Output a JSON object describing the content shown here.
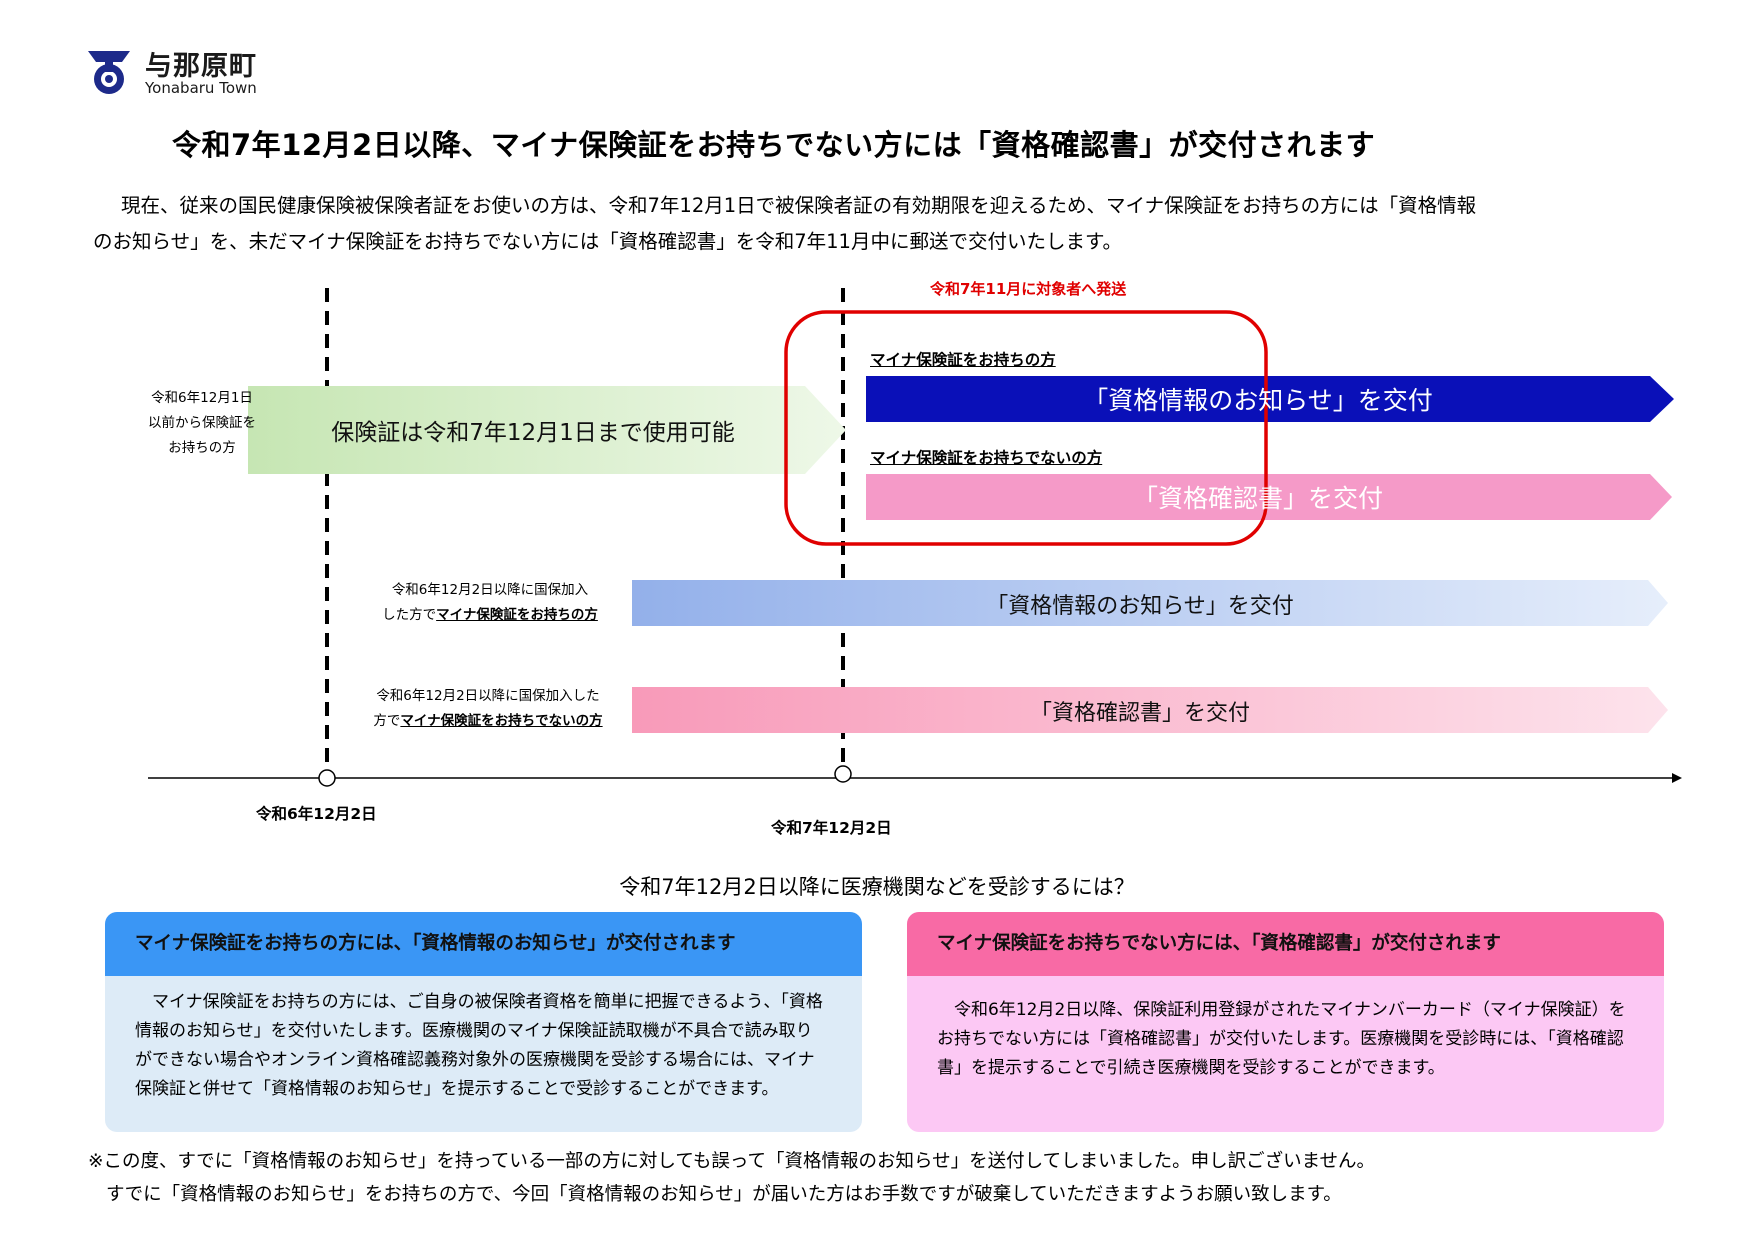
{
  "header": {
    "org_name": "与那原町",
    "org_en": "Yonabaru Town",
    "title": "令和7年12月2日以降、マイナ保険証をお持ちでない方には「資格確認書」が交付されます"
  },
  "intro": {
    "line1": "現在、従来の国民健康保険被保険者証をお使いの方は、令和7年12月1日で被保険者証の有効期限を迎えるため、マイナ保険証をお持ちの方には「資格情報",
    "line2": "のお知らせ」を、未だマイナ保険証をお持ちでない方には「資格確認書」を令和7年11月中に郵送で交付いたします。"
  },
  "diagram": {
    "send_note": "令和7年11月に対象者へ発送",
    "row1_side": [
      "令和6年12月1日",
      "以前から保険証を",
      "お持ちの方"
    ],
    "row1_arrow": "保険証は令和7年12月1日まで使用可能",
    "holder_label": "マイナ保険証をお持ちの方",
    "holder_arrow": "「資格情報のお知らせ」を交付",
    "nonholder_label": "マイナ保険証をお持ちでないの方",
    "nonholder_arrow": "「資格確認書」を交付",
    "row2_side_1": "令和6年12月2日以降に国保加入",
    "row2_side_2_prefix": "した方で",
    "row2_side_2_emph": "マイナ保険証をお持ちの方",
    "row2_arrow": "「資格情報のお知らせ」を交付",
    "row3_side_1": "令和6年12月2日以降に国保加入した",
    "row3_side_2_prefix": "方で",
    "row3_side_2_emph": "マイナ保険証をお持ちでないの方",
    "row3_arrow": "「資格確認書」を交付",
    "date1": "令和6年12月2日",
    "date2": "令和7年12月2日"
  },
  "question": "令和7年12月2日以降に医療機関などを受診するには？",
  "cards": {
    "left": {
      "heading": "マイナ保険証をお持ちの方には、「資格情報のお知らせ」が交付されます",
      "lines": [
        "マイナ保険証をお持ちの方には、ご自身の被保険者資格を簡単に把握できるよう、「資格",
        "情報のお知らせ」を交付いたします。医療機関のマイナ保険証読取機が不具合で読み取り",
        "ができない場合やオンライン資格確認義務対象外の医療機関を受診する場合には、マイナ",
        "保険証と併せて「資格情報のお知らせ」を提示することで受診することができます。"
      ]
    },
    "right": {
      "heading": "マイナ保険証をお持ちでない方には、「資格確認書」が交付されます",
      "lines": [
        "令和6年12月2日以降、保険証利用登録がされたマイナンバーカード（マイナ保険証）を",
        "お持ちでない方には「資格確認書」が交付いたします。医療機関を受診時には、「資格確認",
        "書」を提示することで引続き医療機関を受診することができます。"
      ]
    }
  },
  "footnote": {
    "line1": "※この度、すでに「資格情報のお知らせ」を持っている一部の方に対しても誤って「資格情報のお知らせ」を送付してしまいました。申し訳ございません。",
    "line2": "すでに「資格情報のお知らせ」をお持ちの方で、今回「資格情報のお知らせ」が届いた方はお手数ですが破棄していただきますようお願い致します。"
  },
  "colors": {
    "navy": "#0a10b8",
    "pink": "#f59ac8",
    "red": "#e00000",
    "card_blue": "#3a96f5",
    "card_pink": "#f86aa5"
  }
}
